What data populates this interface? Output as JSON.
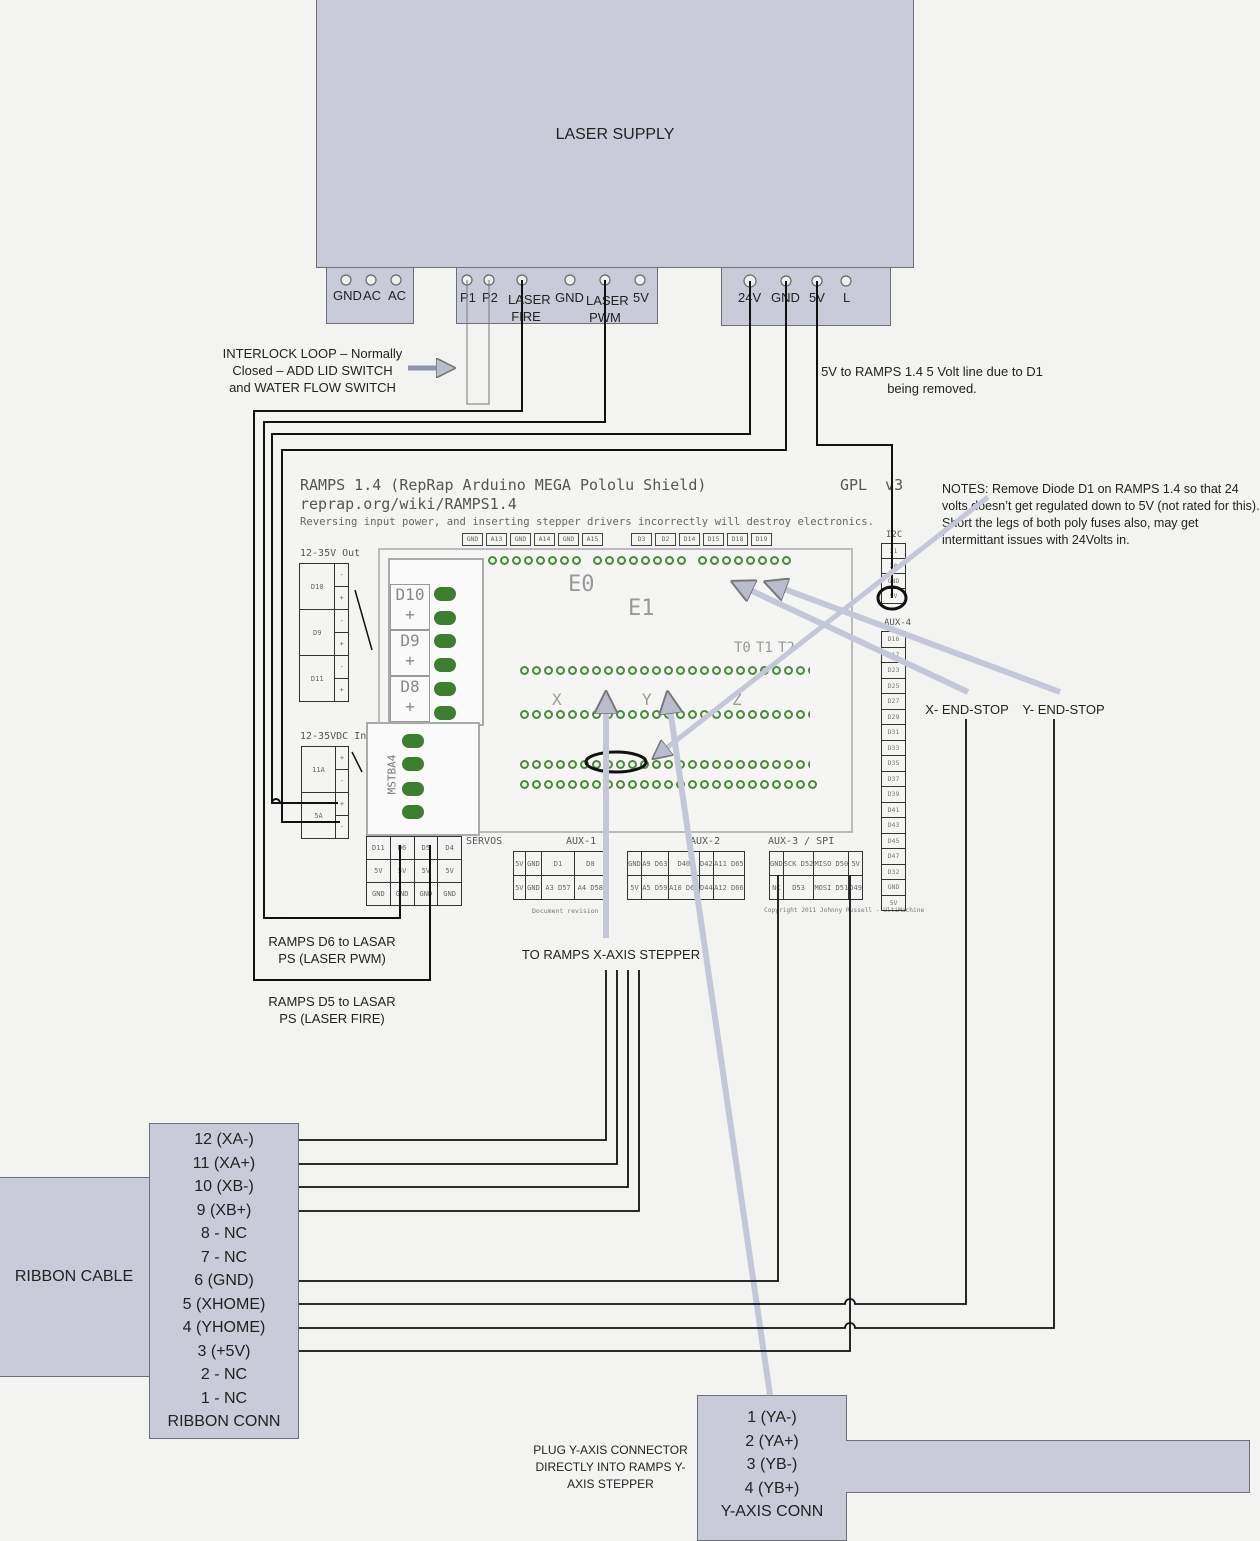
{
  "laser_supply": {
    "title": "LASER SUPPLY",
    "ac_terminals": [
      "GND",
      "AC",
      "AC"
    ],
    "control_terminals": [
      "P1",
      "P2",
      "LASER FIRE",
      "GND",
      "LASER PWM",
      "5V"
    ],
    "power_terminals": [
      "24V",
      "GND",
      "5V",
      "L"
    ]
  },
  "annotations": {
    "interlock": "INTERLOCK LOOP – Normally Closed – ADD LID SWITCH and WATER FLOW SWITCH",
    "five_volt": "5V to RAMPS 1.4 5 Volt line due to D1 being removed.",
    "notes": "NOTES: Remove Diode D1 on RAMPS 1.4 so that 24 volts doesn’t get regulated down to 5V (not rated for this).  Short the legs of both poly fuses also, may get intermittant issues with 24Volts in.",
    "x_endstop": "X- END-STOP",
    "y_endstop": "Y- END-STOP",
    "d6_note": "RAMPS D6 to LASAR PS (LASER PWM)",
    "d5_note": "RAMPS D5 to LASAR PS (LASER FIRE)",
    "x_stepper": "TO RAMPS X-AXIS STEPPER",
    "y_plug": "PLUG Y-AXIS CONNECTOR DIRECTLY INTO RAMPS Y-AXIS STEPPER"
  },
  "ramps": {
    "title": "RAMPS 1.4 (RepRap Arduino MEGA Pololu Shield)",
    "license": "GPL  v3",
    "url": "reprap.org/wiki/RAMPS1.4",
    "warning": "Reversing input power, and inserting stepper drivers incorrectly will destroy electronics.",
    "top_header_a": [
      "GND",
      "A13",
      "GND",
      "A14",
      "GND",
      "A15"
    ],
    "top_header_b": [
      "D3",
      "D2",
      "D14",
      "D15",
      "D18",
      "D19"
    ],
    "out_label": "12-35V Out",
    "out_rows": [
      {
        "name": "D10",
        "pins": [
          "-",
          "+"
        ]
      },
      {
        "name": "D9",
        "pins": [
          "-",
          "+"
        ]
      },
      {
        "name": "D11",
        "pins": [
          "-",
          "+"
        ]
      }
    ],
    "in_label": "12-35VDC In",
    "in_rows": [
      {
        "name": "11A",
        "pins": [
          "+",
          "-"
        ]
      },
      {
        "name": "5A",
        "pins": [
          "+",
          "-"
        ]
      }
    ],
    "terminal_labels": [
      "D10",
      "D9",
      "D8"
    ],
    "servos_label": "SERVOS",
    "servos_grid": [
      [
        "D11",
        "D6",
        "D5",
        "D4"
      ],
      [
        "5V",
        "5V",
        "5V",
        "5V"
      ],
      [
        "GND",
        "GND",
        "GND",
        "GND"
      ]
    ],
    "aux1_label": "AUX-1",
    "aux1_grid": [
      [
        "5V",
        "GND",
        "D1",
        "D0"
      ],
      [
        "5V",
        "GND",
        "A3 D57",
        "A4 D58"
      ]
    ],
    "aux2_label": "AUX-2",
    "aux2_grid": [
      [
        "GND",
        "A9 D63",
        "D40",
        "D42",
        "A11 D65"
      ],
      [
        "5V",
        "A5 D59",
        "A10 D64",
        "D44",
        "A12 D66"
      ]
    ],
    "aux3_label": "AUX-3 / SPI",
    "aux3_grid": [
      [
        "GND",
        "SCK D52",
        "MISO D50",
        "5V"
      ],
      [
        "NC",
        "D53",
        "MOSI D51",
        "D49"
      ]
    ],
    "i2c_label": "I2C",
    "i2c_pins": [
      "21",
      "20",
      "GND",
      "5V"
    ],
    "aux4_label": "AUX-4",
    "aux4_pins": [
      "D16",
      "D17",
      "D23",
      "D25",
      "D27",
      "D29",
      "D31",
      "D33",
      "D35",
      "D37",
      "D39",
      "D41",
      "D43",
      "D45",
      "D47",
      "D32",
      "GND",
      "5V"
    ],
    "driver_labels": [
      "E0",
      "E1",
      "X",
      "Y",
      "Z"
    ],
    "thermistors": [
      "T0",
      "T1",
      "T2"
    ],
    "doc_revision": "Document revision 2",
    "copyright": "Copyright 2011 Johnny Russell - UltiMachine",
    "board_mark": "MSTBA4"
  },
  "ribbon": {
    "cable_label": "RIBBON CABLE",
    "pins": [
      "12 (XA-)",
      "11 (XA+)",
      "10 (XB-)",
      "9 (XB+)",
      "8 - NC",
      "7 - NC",
      "6 (GND)",
      "5 (XHOME)",
      "4 (YHOME)",
      "3 (+5V)",
      "2 - NC",
      "1 - NC"
    ],
    "conn_label": "RIBBON CONN"
  },
  "y_axis": {
    "pins": [
      "1 (YA-)",
      "2 (YA+)",
      "3 (YB-)",
      "4 (YB+)"
    ],
    "conn_label": "Y-AXIS CONN"
  },
  "colors": {
    "box_fill": "#c9ccd8",
    "wire": "#111111",
    "arrow": "#c3c7d8",
    "pad_green": "#3b7f2f"
  }
}
